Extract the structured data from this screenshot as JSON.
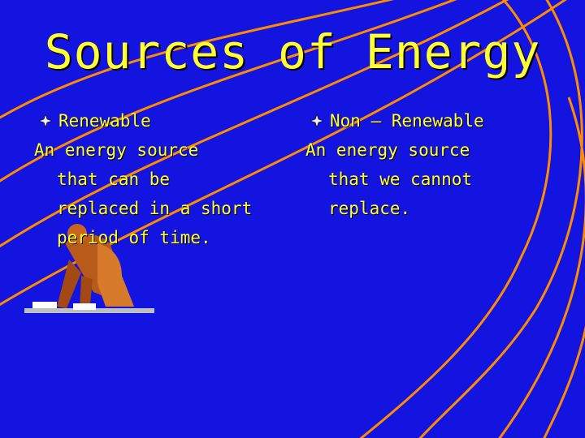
{
  "title": "Sources of Energy",
  "columns": [
    {
      "heading": "Renewable",
      "lines": [
        "An energy source",
        "that can be",
        "replaced in a short",
        "period of time."
      ]
    },
    {
      "heading": "Non – Renewable",
      "lines": [
        "An energy source",
        "that we cannot",
        "replace."
      ]
    }
  ],
  "colors": {
    "background": "#1414e0",
    "text": "#ffff33",
    "track_lines": "#ff8c00"
  },
  "icons": [
    "diamond-bullet-icon"
  ]
}
